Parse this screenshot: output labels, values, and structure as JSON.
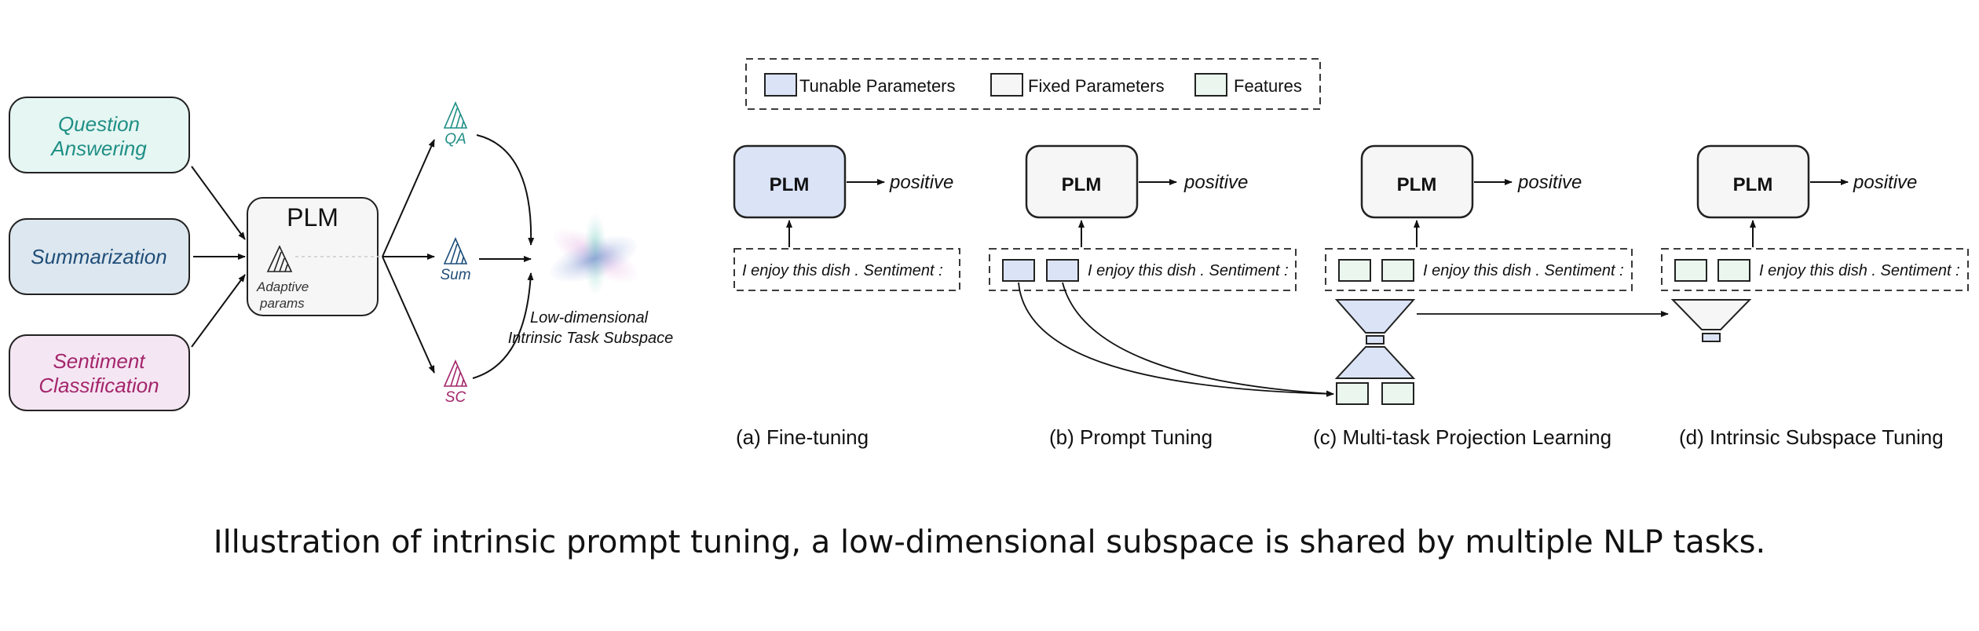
{
  "colors": {
    "qa_text": "#1f8f86",
    "qa_fill": "#e6f6f2",
    "sum_text": "#1f4e79",
    "sum_fill": "#dde7ef",
    "sc_text": "#a3256b",
    "sc_fill": "#f5e6f3",
    "tunable_fill": "#dbe4f7",
    "fixed_fill": "#f6f6f6",
    "features_fill": "#eaf6ee"
  },
  "left": {
    "tasks": {
      "question_answering": [
        "Question",
        "Answering"
      ],
      "summarization": "Summarization",
      "sentiment_classification": [
        "Sentiment",
        "Classification"
      ]
    },
    "plm_title": "PLM",
    "adaptive_params": [
      "Adaptive",
      "params"
    ],
    "outputs": {
      "qa": "QA",
      "sum": "Sum",
      "sc": "SC"
    },
    "subspace_label": [
      "Low-dimensional",
      "Intrinsic Task Subspace"
    ]
  },
  "legend": {
    "tunable": "Tunable Parameters",
    "fixed": "Fixed Parameters",
    "features": "Features"
  },
  "panels": {
    "plm_label": "PLM",
    "output_label": "positive",
    "input_text": "I enjoy this dish . Sentiment :",
    "captions": {
      "a": "(a) Fine-tuning",
      "b": "(b) Prompt Tuning",
      "c": "(c) Multi-task Projection Learning",
      "d": "(d) Intrinsic Subspace Tuning"
    }
  },
  "caption": "Illustration of intrinsic prompt tuning, a low-dimensional subspace is shared by multiple NLP tasks."
}
